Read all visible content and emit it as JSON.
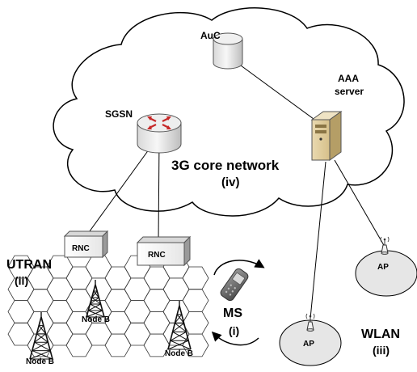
{
  "core": {
    "title": "3G core network",
    "roman": "(iv)",
    "auc_label": "AuC",
    "sgsn_label": "SGSN",
    "aaa_label_1": "AAA",
    "aaa_label_2": "server"
  },
  "utran": {
    "title": "UTRAN",
    "roman": "(ii)",
    "rnc_label": "RNC",
    "nodeb_label": "Node B"
  },
  "ms": {
    "title": "MS",
    "roman": "(i)"
  },
  "wlan": {
    "title": "WLAN",
    "roman": "(iii)",
    "ap_label": "AP"
  },
  "icons": [
    "cloud",
    "database-cylinder",
    "router-icon",
    "server-tower-icon",
    "rnc-box-icon",
    "cell-tower-icon",
    "mobile-phone-icon",
    "access-point-icon",
    "rotation-arrow-icon"
  ]
}
